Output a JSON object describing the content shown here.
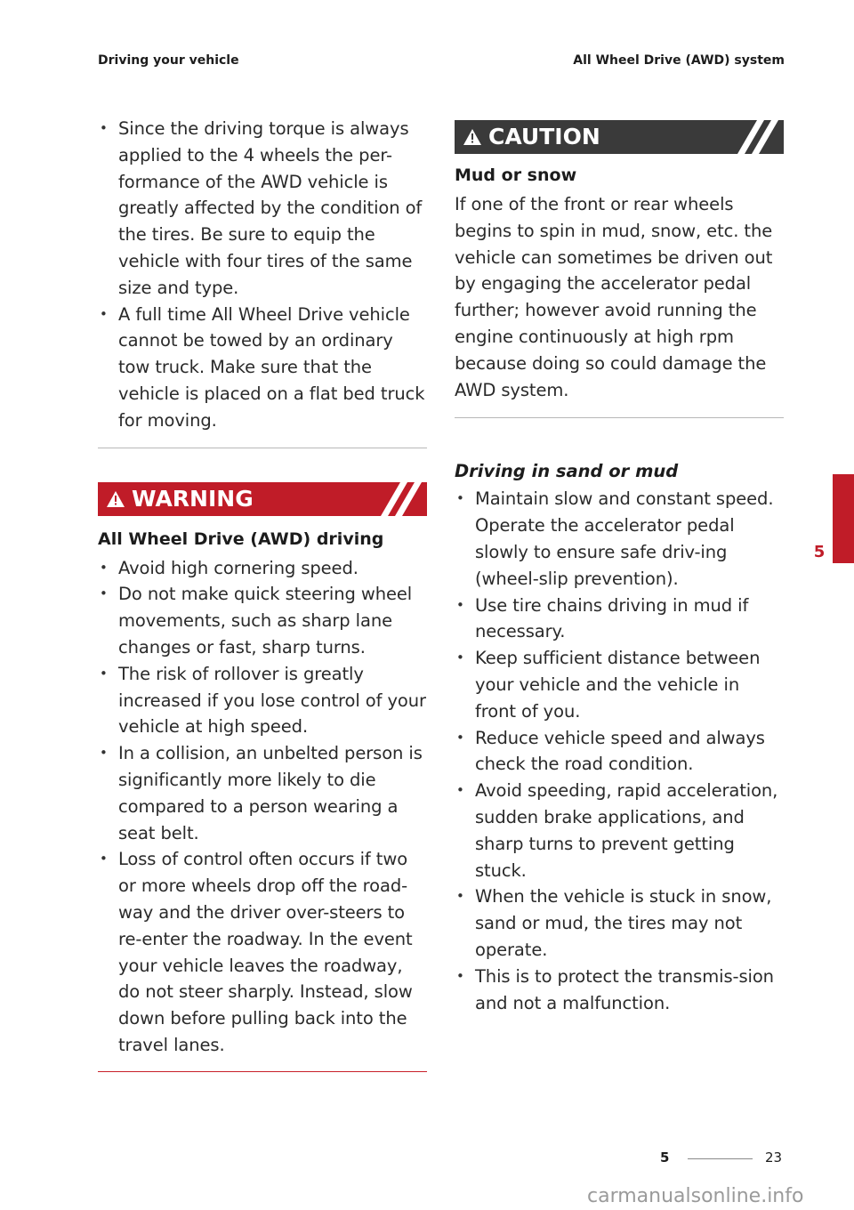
{
  "header": {
    "left": "Driving your vehicle",
    "right": "All Wheel Drive (AWD) system"
  },
  "left_column": {
    "intro_bullets": [
      "Since the driving torque is always applied to the 4 wheels the per-formance of the AWD vehicle is greatly affected by the condition of the tires. Be sure to equip the vehicle with four tires of the same size and type.",
      "A full time All Wheel Drive vehicle cannot be towed by an ordinary tow truck. Make sure that the vehicle is placed on a flat bed truck for moving."
    ],
    "warning": {
      "label": "WARNING",
      "icon": "warning-triangle-icon",
      "color": "#c01c28",
      "subtitle": "All Wheel Drive (AWD) driving",
      "bullets": [
        "Avoid high cornering speed.",
        "Do not make quick steering wheel movements, such as sharp lane changes or fast, sharp turns.",
        "The risk of rollover is greatly increased if you lose control of your vehicle at high speed.",
        "In a collision, an unbelted person is significantly more likely to die compared to a person wearing a seat belt.",
        "Loss of control often occurs if two or more wheels drop off the road-way and the driver over-steers to re-enter the roadway. In the event your vehicle leaves the roadway, do not steer sharply. Instead, slow down before pulling back into the travel lanes."
      ]
    }
  },
  "right_column": {
    "caution": {
      "label": "CAUTION",
      "icon": "warning-triangle-icon",
      "color": "#3a3a3a",
      "subtitle": "Mud or snow",
      "text": "If one of the front or rear wheels begins to spin in mud, snow, etc. the vehicle can sometimes be driven out by engaging the accelerator pedal further; however avoid running the engine continuously at high rpm because doing so could damage the AWD system."
    },
    "section": {
      "title": "Driving in sand or mud",
      "bullets": [
        "Maintain slow and constant speed. Operate the accelerator pedal slowly to ensure safe driv-ing (wheel-slip prevention).",
        "Use tire chains driving in mud if necessary.",
        "Keep sufficient distance between your vehicle and the vehicle in front of you.",
        "Reduce vehicle speed and always check the road condition.",
        "Avoid speeding, rapid acceleration, sudden brake applications, and sharp turns to prevent getting stuck.",
        "When the vehicle is stuck in snow, sand or mud, the tires may not operate.",
        "This is to protect the transmis-sion and not a malfunction."
      ]
    }
  },
  "chapter_tab": {
    "number": "5",
    "color": "#c01c28"
  },
  "footer": {
    "chapter": "5",
    "page": "23"
  },
  "watermark": "carmanualsonline.info"
}
